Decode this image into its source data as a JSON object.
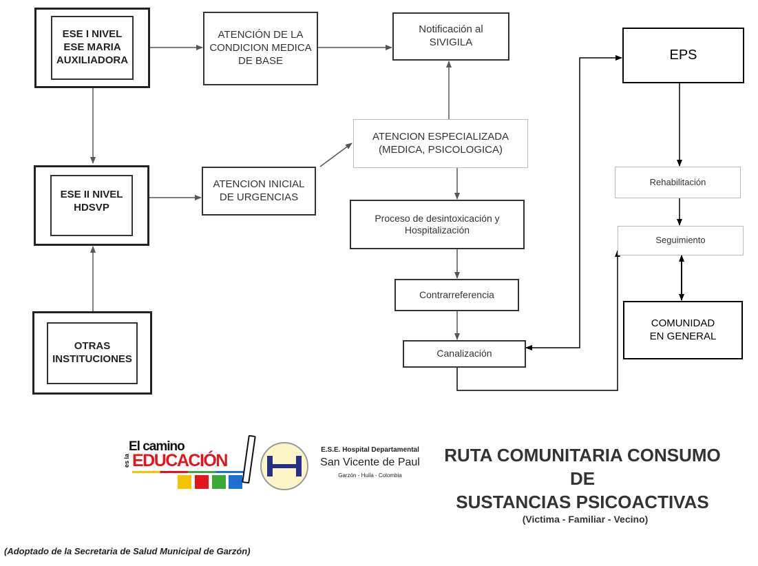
{
  "nodes": {
    "ese1": "ESE I NIVEL\nESE MARIA\nAUXILIADORA",
    "condicion": "ATENCIÓN DE LA\nCONDICION MEDICA\nDE BASE",
    "notificacion": "Notificación al\nSIVIGILA",
    "especializada": "ATENCION ESPECIALIZADA\n(MEDICA, PSICOLOGICA)",
    "ese2": "ESE II NIVEL\nHDSVP",
    "inicial": "ATENCION INICIAL\nDE URGENCIAS",
    "proceso": "Proceso de desintoxicación y\nHospitalización",
    "contrarreferencia": "Contrarreferencia",
    "canalizacion": "Canalización",
    "otras": "OTRAS\nINSTITUCIONES",
    "eps": "EPS",
    "rehabilitacion": "Rehabilitación",
    "seguimiento": "Seguimiento",
    "comunidad": "COMUNIDAD\nEN GENERAL"
  },
  "logos": {
    "camino_line1": "El camino",
    "camino_esla": "es la",
    "camino_line2": "EDUCACIÓN",
    "hospital_line1": "E.S.E. Hospital Departamental",
    "hospital_line2": "San Vicente de Paul",
    "hospital_line3": "Garzón - Huila - Colombia"
  },
  "title": "RUTA COMUNITARIA CONSUMO DE\nSUSTANCIAS PSICOACTIVAS",
  "subtitle": "(Victima - Familiar - Vecino)",
  "source_note": "(Adoptado de la Secretaria de Salud Municipal de Garzón)"
}
